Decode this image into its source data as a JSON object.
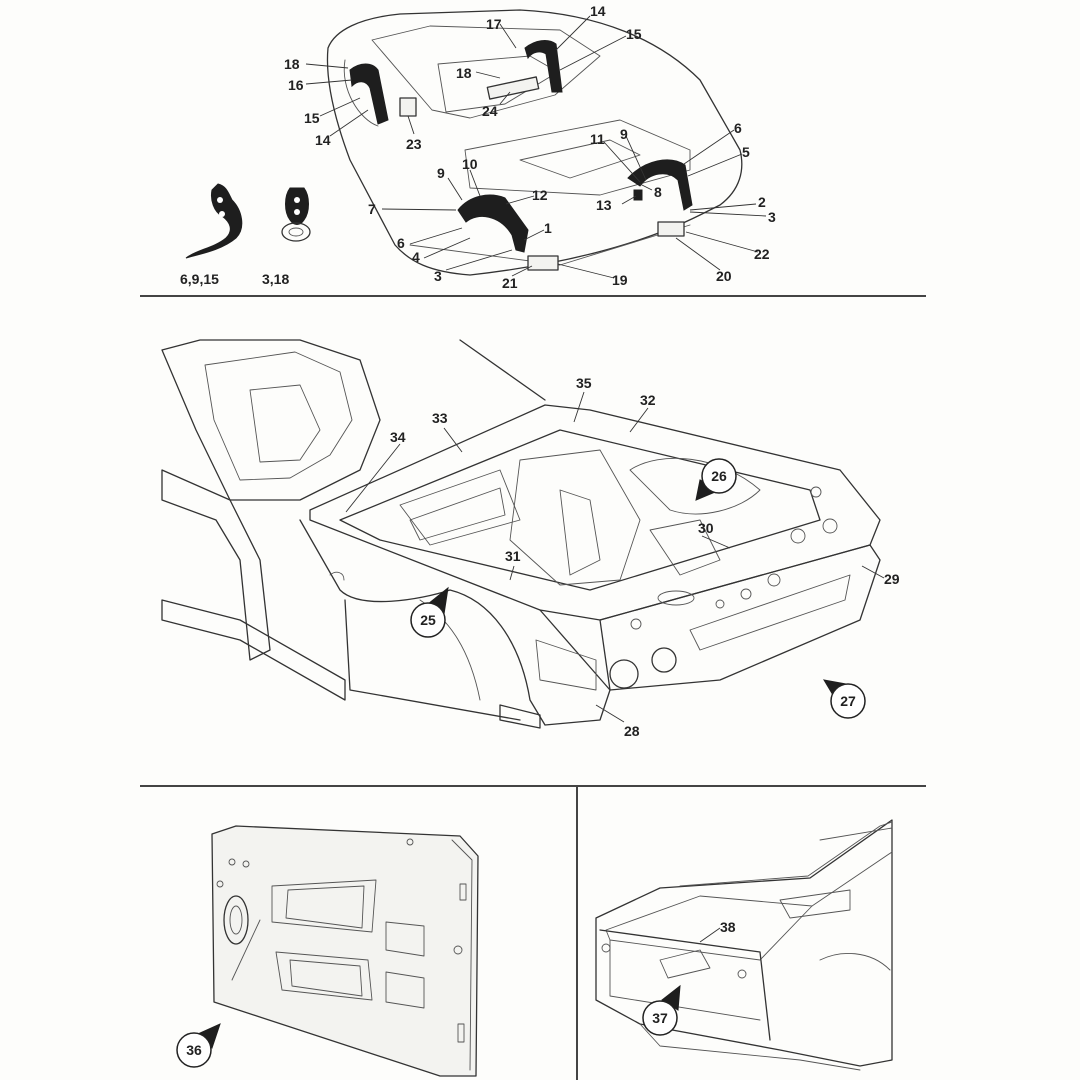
{
  "top_panel": {
    "part_labels": [
      "1",
      "2",
      "3",
      "3",
      "3",
      "4",
      "5",
      "6",
      "6",
      "7",
      "8",
      "9",
      "9",
      "10",
      "11",
      "12",
      "13",
      "14",
      "14",
      "15",
      "15",
      "16",
      "17",
      "18",
      "18",
      "19",
      "20",
      "21",
      "22",
      "23",
      "24"
    ],
    "legend": [
      {
        "text": "6,9,15"
      },
      {
        "text": "3,18"
      }
    ]
  },
  "middle_panel": {
    "part_labels": [
      "28",
      "29",
      "30",
      "31",
      "32",
      "33",
      "34",
      "35"
    ],
    "view_callouts": [
      "25",
      "26",
      "27"
    ]
  },
  "bottom_left_panel": {
    "view_callouts": [
      "36"
    ]
  },
  "bottom_right_panel": {
    "part_labels": [
      "38"
    ],
    "view_callouts": [
      "37"
    ]
  }
}
